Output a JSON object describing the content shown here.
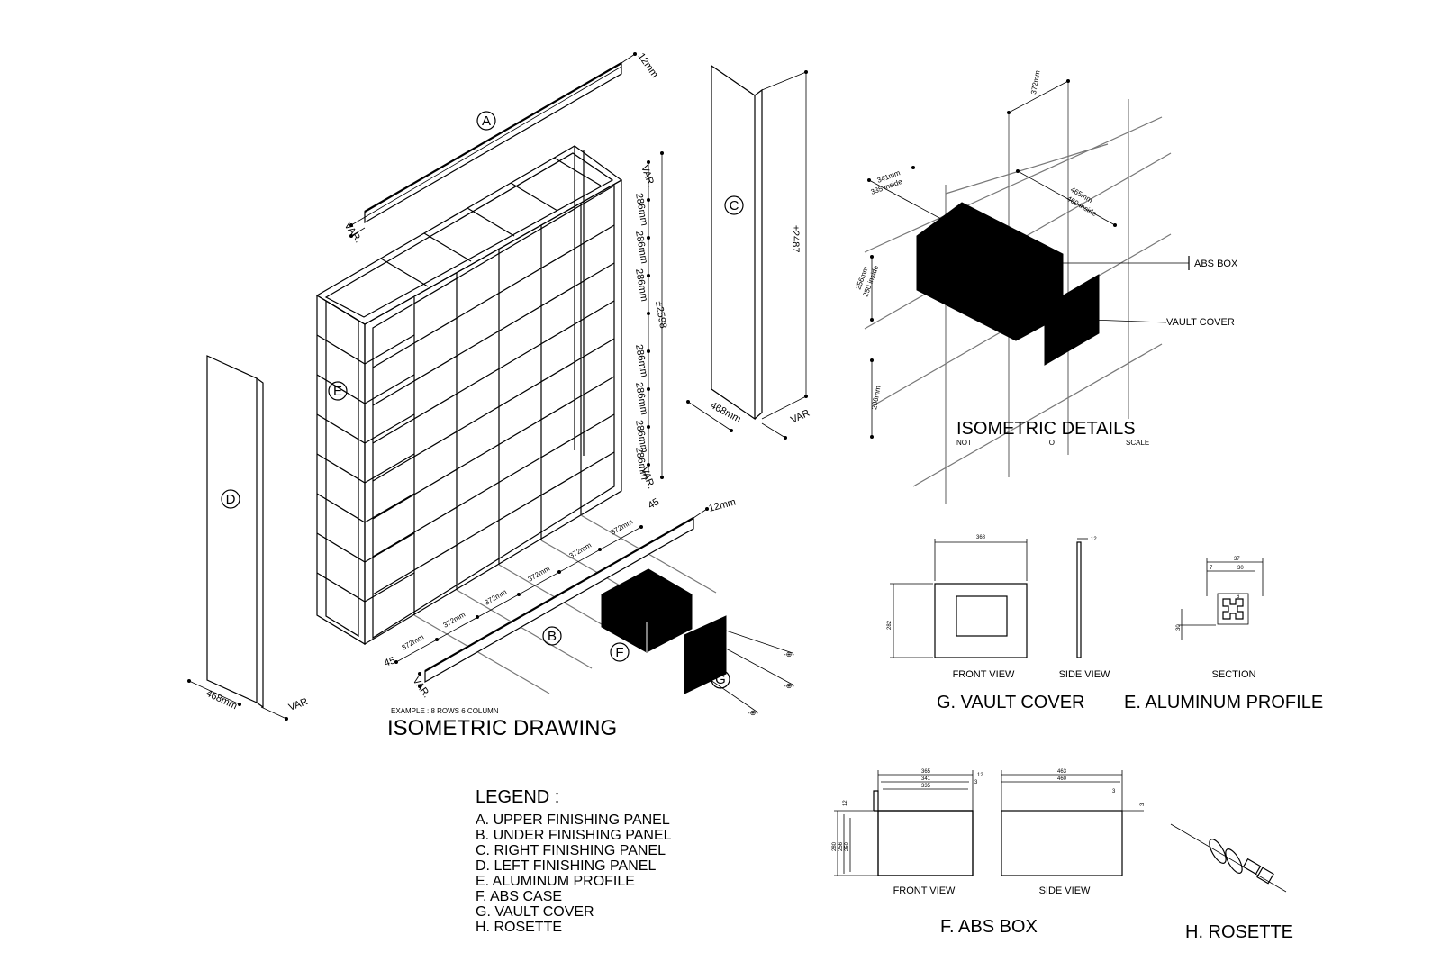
{
  "isometric_drawing": {
    "title": "ISOMETRIC DRAWING",
    "example_note": "EXAMPLE : 8 ROWS 6 COLUMN",
    "letters": [
      "A",
      "B",
      "C",
      "D",
      "E",
      "F",
      "G"
    ],
    "dim_thickness": "12mm",
    "dim_var": "VAR.",
    "dim_var2": "VAR",
    "dim_row": "286mm",
    "dim_col": "372mm",
    "dim_height": "±2598",
    "dim_height_right": "±2487",
    "dim_depth": "468mm",
    "dim_45": "45"
  },
  "isometric_details": {
    "title": "ISOMETRIC DETAILS",
    "subtitle_words": [
      "NOT",
      "TO",
      "SCALE"
    ],
    "dim_width": "372mm",
    "dim_341": "341mm",
    "dim_335_inside": "335 inside",
    "dim_465": "465mm",
    "dim_460_inside": "460 inside",
    "dim_256": "256mm",
    "dim_250_inside": "250 inside",
    "dim_286": "286mm",
    "label_abs_box": "ABS BOX",
    "label_vault_cover": "VAULT COVER"
  },
  "vault_cover_detail": {
    "title": "G. VAULT COVER",
    "front_view": "FRONT VIEW",
    "side_view": "SIDE VIEW",
    "dim_width": "368",
    "dim_height": "282",
    "dim_thickness": "12"
  },
  "aluminum_profile_detail": {
    "title": "E. ALUMINUM PROFILE",
    "section_label": "SECTION",
    "dim_37": "37",
    "dim_30": "30",
    "dim_7": "7",
    "dim_6": "6",
    "dim_30_side": "30"
  },
  "abs_box_detail": {
    "title": "F. ABS BOX",
    "front_view": "FRONT VIEW",
    "side_view": "SIDE VIEW",
    "dims_top": [
      "365",
      "341",
      "335"
    ],
    "dims_side": [
      "463",
      "460"
    ],
    "dims_left": [
      "280",
      "256",
      "250"
    ],
    "dim_12": "12",
    "dim_3": "3"
  },
  "rosette_detail": {
    "title": "H. ROSETTE"
  },
  "legend": {
    "title": "LEGEND :",
    "items": [
      "A. UPPER FINISHING PANEL",
      "B. UNDER FINISHING PANEL",
      "C. RIGHT FINISHING PANEL",
      "D. LEFT FINISHING PANEL",
      "E. ALUMINUM PROFILE",
      "F. ABS CASE",
      "G. VAULT COVER",
      "H. ROSETTE"
    ]
  }
}
